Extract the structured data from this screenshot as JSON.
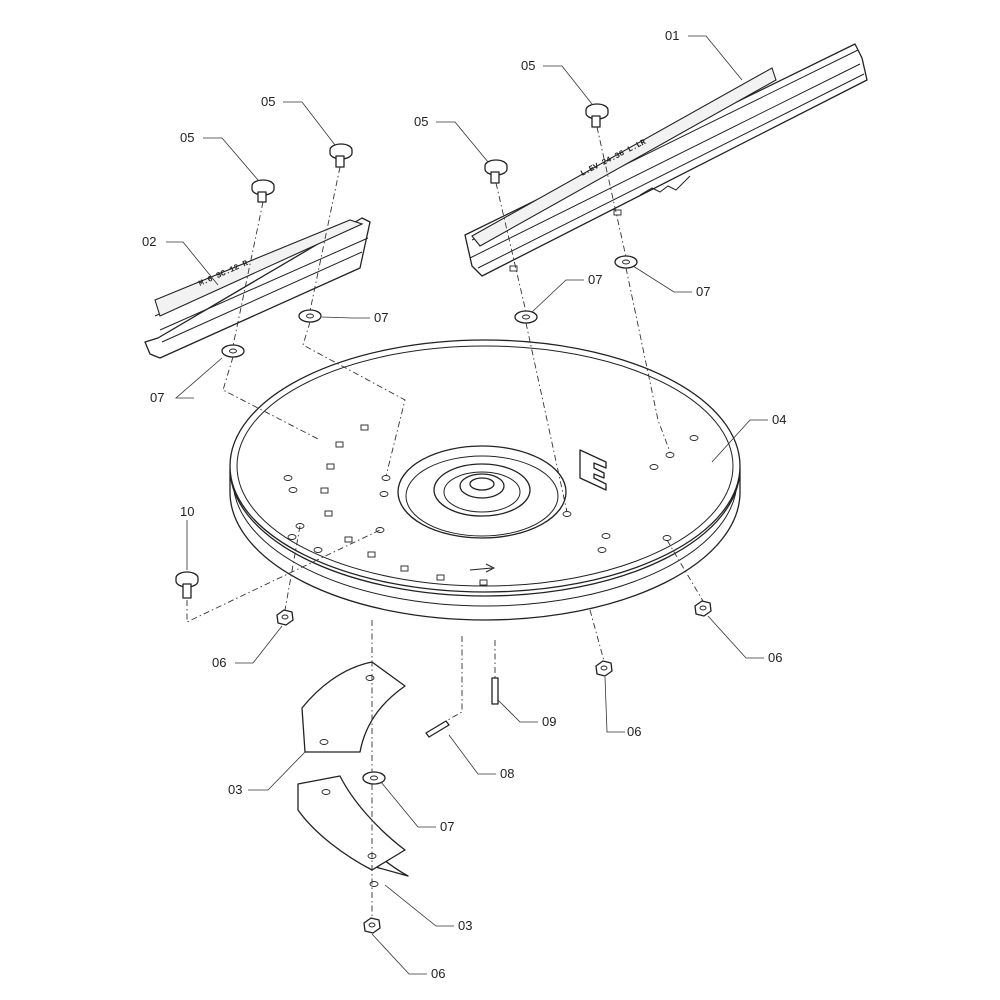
{
  "callouts": {
    "c01": "01",
    "c02": "02",
    "c03a": "03",
    "c03b": "03",
    "c04": "04",
    "c05a": "05",
    "c05b": "05",
    "c05c": "05",
    "c05d": "05",
    "c06a": "06",
    "c06b": "06",
    "c06c": "06",
    "c06d": "06",
    "c07a": "07",
    "c07b": "07",
    "c07c": "07",
    "c07d": "07",
    "c07e": "07",
    "c08": "08",
    "c09": "09",
    "c10": "10"
  },
  "markings": {
    "blade_right": "L.EV 24.36 L.LR",
    "blade_left": "M.6 SC.12 R"
  }
}
